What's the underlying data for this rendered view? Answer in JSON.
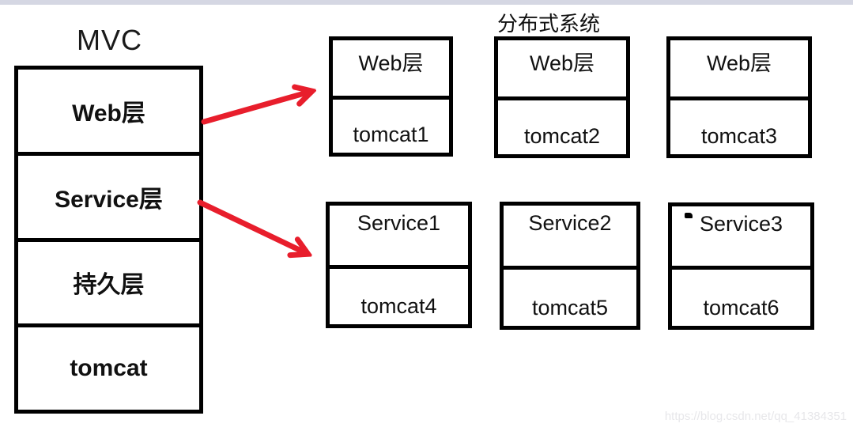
{
  "page": {
    "watermark": "https://blog.csdn.net/qq_41384351"
  },
  "colors": {
    "arrow": "#e81e2c",
    "border": "#000000",
    "top-strip": "#d5d7e3",
    "watermark-text": "#e7e7ea"
  },
  "mvc": {
    "title": "MVC",
    "layers": [
      {
        "label": "Web层"
      },
      {
        "label": "Service层"
      },
      {
        "label": "持久层"
      },
      {
        "label": "tomcat"
      }
    ]
  },
  "distributed": {
    "title": "分布式系统",
    "web_nodes": [
      {
        "layer": "Web层",
        "server": "tomcat1"
      },
      {
        "layer": "Web层",
        "server": "tomcat2"
      },
      {
        "layer": "Web层",
        "server": "tomcat3"
      }
    ],
    "service_nodes": [
      {
        "layer": "Service1",
        "server": "tomcat4"
      },
      {
        "layer": "Service2",
        "server": "tomcat5"
      },
      {
        "layer": "Service3",
        "server": "tomcat6"
      }
    ]
  }
}
